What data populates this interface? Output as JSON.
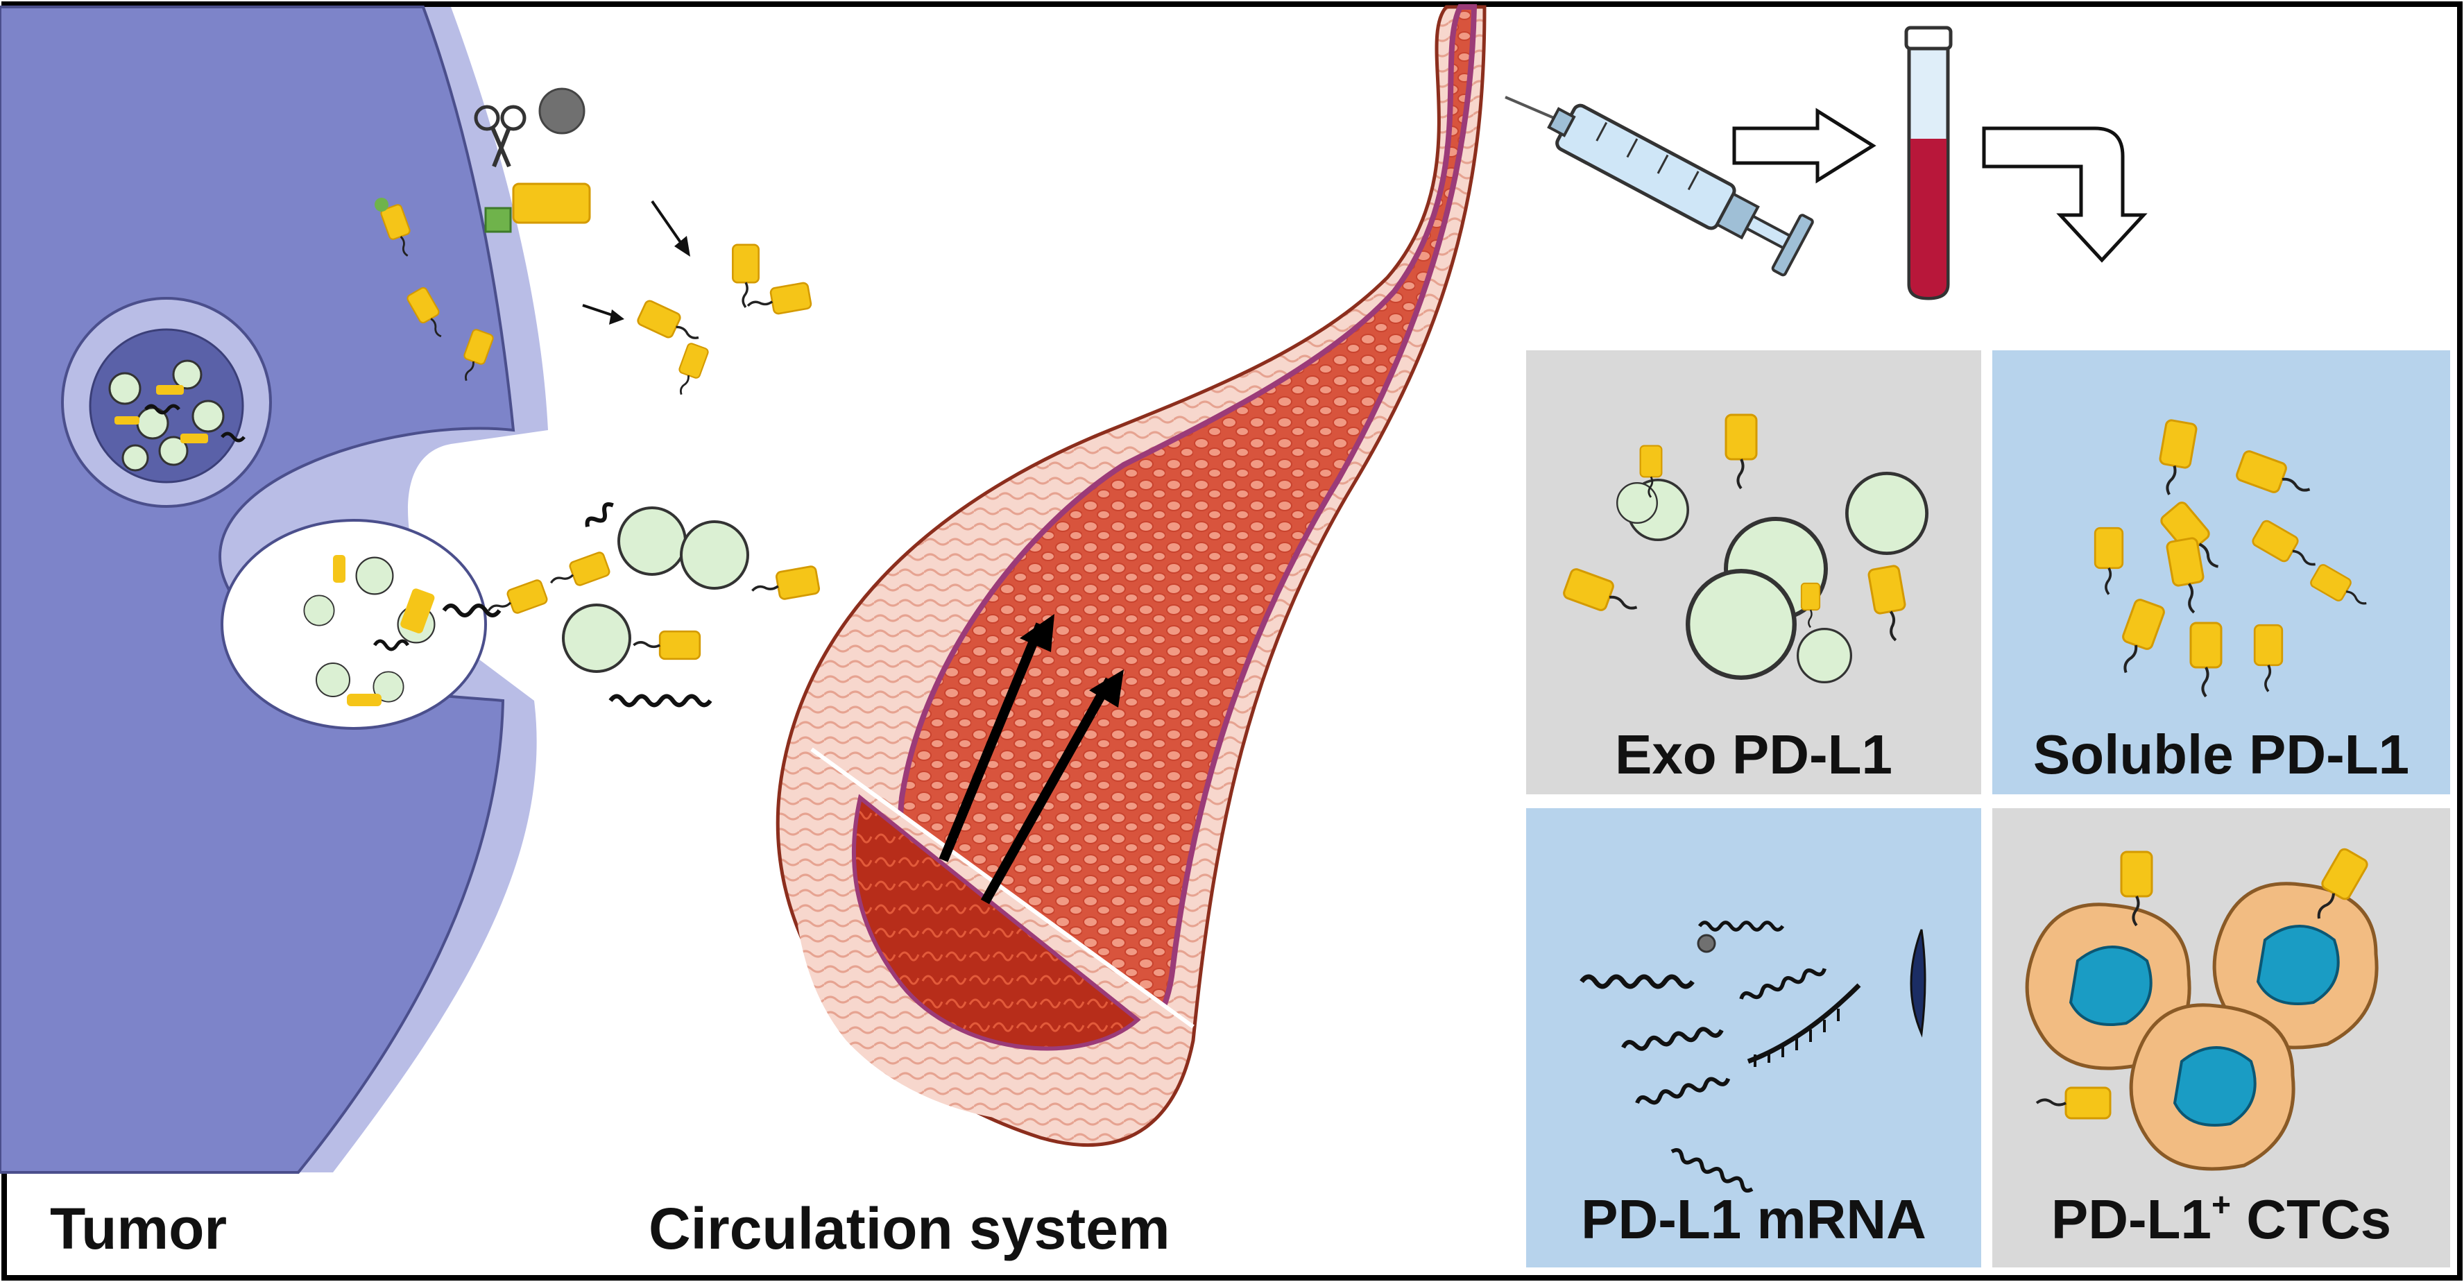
{
  "labels": {
    "tumor": "Tumor",
    "circulation": "Circulation system",
    "exo": "Exo PD-L1",
    "soluble": "Soluble PD-L1",
    "mrna": "PD-L1 mRNA",
    "ctcs_prefix": "PD-L1",
    "ctcs_sup": "+",
    "ctcs_suffix": " CTCs"
  },
  "colors": {
    "cell_body": "#7d84c9",
    "cell_membrane": "#b9bde6",
    "vesicle": "#dbf0d3",
    "pdl1": "#f5c518",
    "blood": "#c81f3a",
    "vessel": "#de7356",
    "panel_gray": "#d9d9d9",
    "panel_blue": "#b7d3ec",
    "ctc_body": "#f2bc82",
    "ctc_nucleus": "#1a9cc4"
  },
  "icons": [
    "scissors-icon",
    "syringe-icon",
    "blood-tube-icon",
    "arrow-right-icon",
    "arrow-bent-down-icon"
  ]
}
